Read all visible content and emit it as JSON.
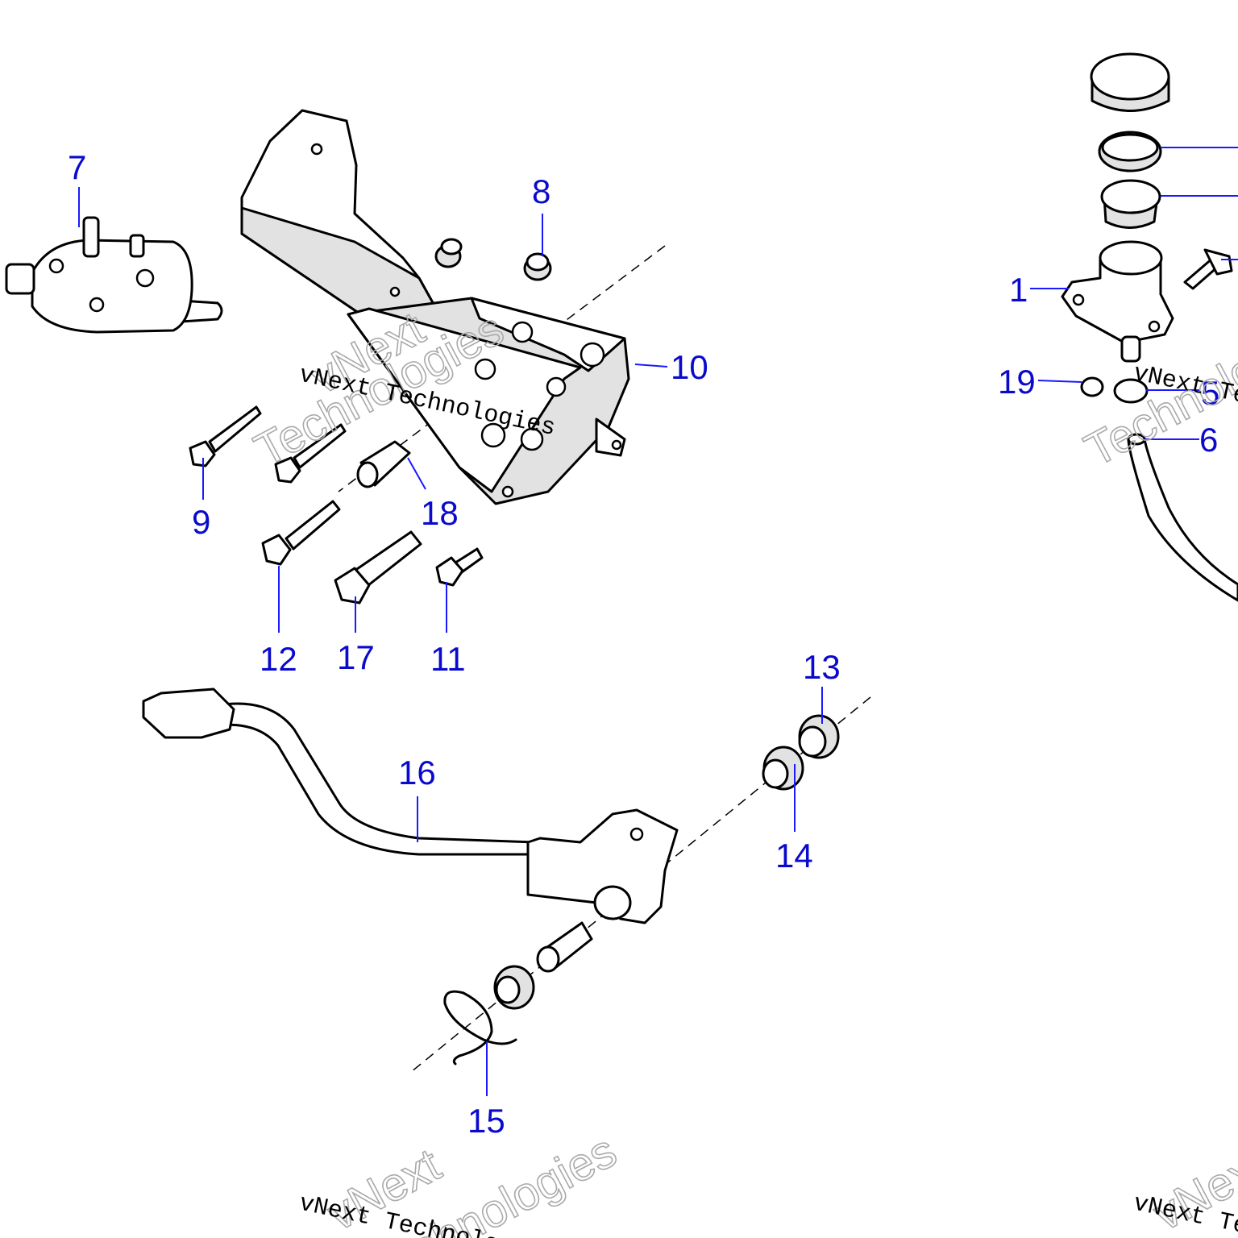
{
  "callouts": [
    {
      "id": "c1",
      "label": "1"
    },
    {
      "id": "c5",
      "label": "5"
    },
    {
      "id": "c6",
      "label": "6"
    },
    {
      "id": "c7",
      "label": "7"
    },
    {
      "id": "c8",
      "label": "8"
    },
    {
      "id": "c9",
      "label": "9"
    },
    {
      "id": "c10",
      "label": "10"
    },
    {
      "id": "c11",
      "label": "11"
    },
    {
      "id": "c12",
      "label": "12"
    },
    {
      "id": "c13",
      "label": "13"
    },
    {
      "id": "c14",
      "label": "14"
    },
    {
      "id": "c15",
      "label": "15"
    },
    {
      "id": "c16",
      "label": "16"
    },
    {
      "id": "c17",
      "label": "17"
    },
    {
      "id": "c18",
      "label": "18"
    },
    {
      "id": "c19",
      "label": "19"
    }
  ],
  "watermark": {
    "company": "vNext Technologies",
    "word1": "vNext",
    "word2": "Technologies"
  },
  "colors": {
    "callout": "#0a0acc",
    "leader": "#1a1aff",
    "part_fill": "#ffffff",
    "part_shade": "#e2e2e2"
  }
}
